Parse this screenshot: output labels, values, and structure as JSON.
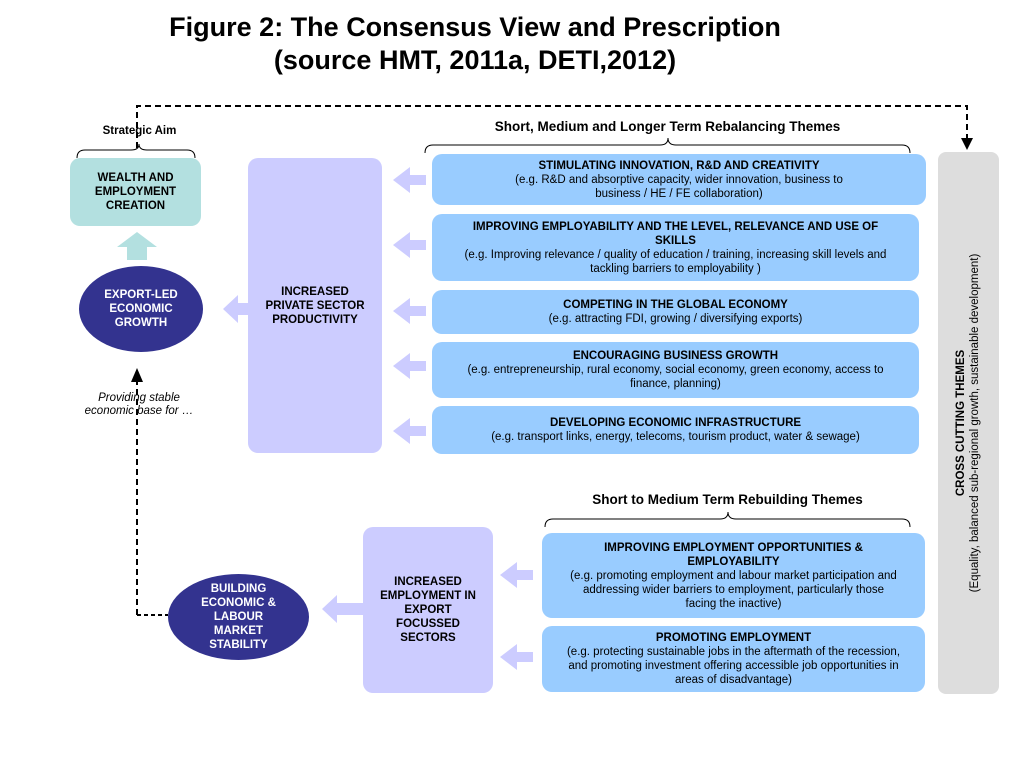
{
  "title": {
    "line1": "Figure 2: The Consensus View and Prescription",
    "line2": "(source HMT, 2011a, DETI,2012)"
  },
  "strategic_aim": {
    "label": "Strategic Aim",
    "box": "WEALTH AND EMPLOYMENT CREATION"
  },
  "ovals": {
    "export_led": "EXPORT-LED ECONOMIC GROWTH",
    "building": "BUILDING ECONOMIC & LABOUR MARKET STABILITY"
  },
  "providing_note": "Providing stable economic base for …",
  "productivity_box": "INCREASED PRIVATE SECTOR PRODUCTIVITY",
  "employment_box": "INCREASED EMPLOYMENT IN EXPORT FOCUSSED SECTORS",
  "rebalancing": {
    "heading": "Short, Medium and Longer Term Rebalancing Themes",
    "themes": [
      {
        "title": "STIMULATING INNOVATION, R&D AND CREATIVITY",
        "detail": "(e.g. R&D and absorptive capacity, wider innovation, business to business / HE / FE collaboration)"
      },
      {
        "title": "IMPROVING EMPLOYABILITY AND THE LEVEL, RELEVANCE AND USE OF SKILLS",
        "detail": "(e.g. Improving relevance / quality of education / training, increasing skill levels and tackling barriers to employability )"
      },
      {
        "title": "COMPETING IN THE GLOBAL ECONOMY",
        "detail": "(e.g. attracting FDI, growing / diversifying exports)"
      },
      {
        "title": "ENCOURAGING BUSINESS GROWTH",
        "detail": "(e.g. entrepreneurship, rural economy, social economy, green economy, access to finance, planning)"
      },
      {
        "title": "DEVELOPING ECONOMIC INFRASTRUCTURE",
        "detail": "(e.g. transport links, energy, telecoms, tourism product, water & sewage)"
      }
    ]
  },
  "rebuilding": {
    "heading": "Short to Medium Term Rebuilding Themes",
    "themes": [
      {
        "title": "IMPROVING EMPLOYMENT OPPORTUNITIES & EMPLOYABILITY",
        "detail": "(e.g. promoting employment and labour market participation and addressing wider barriers to employment, particularly those facing the inactive)"
      },
      {
        "title": "PROMOTING EMPLOYMENT",
        "detail": "(e.g. protecting sustainable jobs in the aftermath of the recession, and promoting investment offering accessible job opportunities in areas of disadvantage)"
      }
    ]
  },
  "cross_cutting": {
    "title": "CROSS CUTTING THEMES",
    "detail": "(Equality, balanced sub-regional growth, sustainable development)"
  },
  "colors": {
    "theme_blue": "#99ccff",
    "lavender": "#ccccff",
    "aim_teal": "#b3e0e0",
    "oval_navy": "#33338f",
    "grey": "#dddddd"
  }
}
